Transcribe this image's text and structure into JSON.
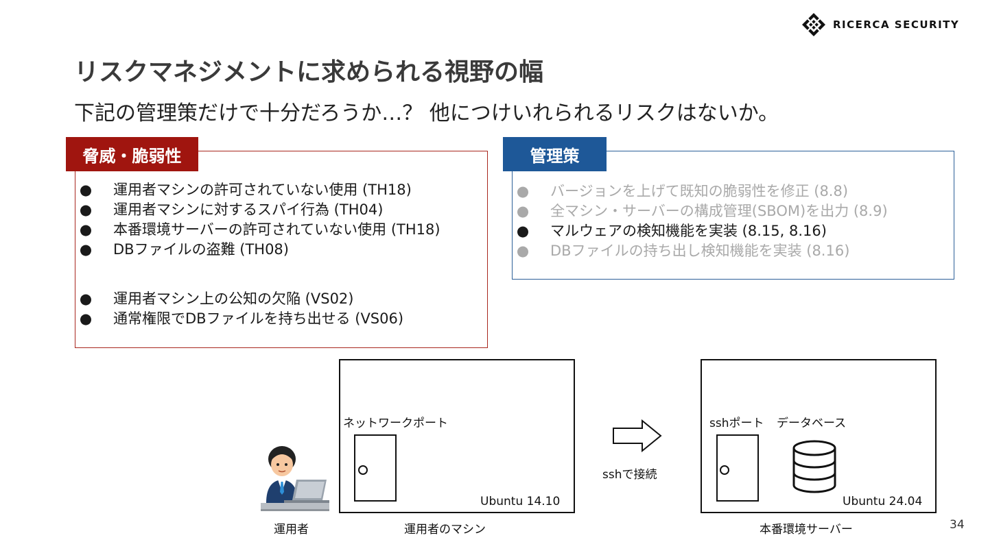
{
  "logo": {
    "text": "RICERCA SECURITY"
  },
  "slide": {
    "title": "リスクマネジメントに求められる視野の幅",
    "subtitle": "下記の管理策だけで十分だろうか…？ 他につけいれられるリスクはないか。",
    "page_number": "34"
  },
  "threats": {
    "header": "脅威・脆弱性",
    "group1": [
      {
        "bullet": "●",
        "text": "運用者マシンの許可されていない使用 (TH18)"
      },
      {
        "bullet": "●",
        "text": "運用者マシンに対するスパイ行為 (TH04)"
      },
      {
        "bullet": "●",
        "text": "本番環境サーバーの許可されていない使用 (TH18)"
      },
      {
        "bullet": "●",
        "text": "DBファイルの盗難 (TH08)"
      }
    ],
    "group2": [
      {
        "bullet": "●",
        "text": "運用者マシン上の公知の欠陥 (VS02)"
      },
      {
        "bullet": "●",
        "text": "通常権限でDBファイルを持ち出せる (VS06)"
      }
    ]
  },
  "controls": {
    "header": "管理策",
    "items": [
      {
        "bullet": "●",
        "text": "バージョンを上げて既知の脆弱性を修正 (8.8)",
        "state": "dim"
      },
      {
        "bullet": "●",
        "text": "全マシン・サーバーの構成管理(SBOM)を出力 (8.9)",
        "state": "dim"
      },
      {
        "bullet": "●",
        "text": "マルウェアの検知機能を実装 (8.15, 8.16)",
        "state": "active"
      },
      {
        "bullet": "●",
        "text": "DBファイルの持ち出し検知機能を実装 (8.16)",
        "state": "dim"
      }
    ]
  },
  "diagram": {
    "operator_label": "運用者",
    "machine": {
      "port_label": "ネットワークポート",
      "os_label": "Ubuntu 14.10",
      "caption": "運用者のマシン"
    },
    "connection_label": "sshで接続",
    "server": {
      "port_label": "sshポート",
      "db_label": "データベース",
      "os_label": "Ubuntu 24.04",
      "caption": "本番環境サーバー"
    }
  },
  "colors": {
    "threat": "#a0150f",
    "control": "#1e5898",
    "dim_text": "#a9a9a9"
  }
}
